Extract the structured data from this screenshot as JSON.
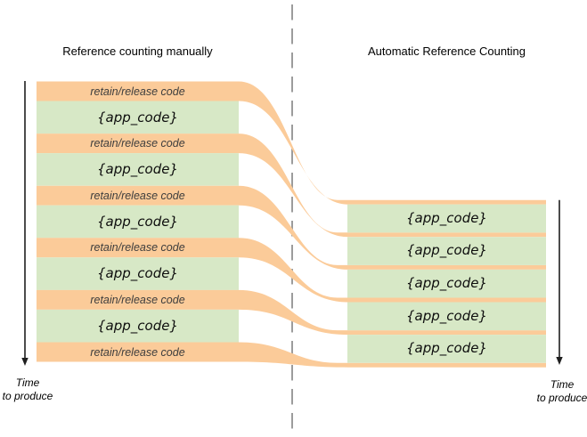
{
  "titles": {
    "left": "Reference counting manually",
    "right": "Automatic Reference Counting"
  },
  "left_column": {
    "rows": [
      {
        "type": "retain",
        "label": "retain/release code"
      },
      {
        "type": "app",
        "label": "{app_code}"
      },
      {
        "type": "retain",
        "label": "retain/release code"
      },
      {
        "type": "app",
        "label": "{app_code}"
      },
      {
        "type": "retain",
        "label": "retain/release code"
      },
      {
        "type": "app",
        "label": "{app_code}"
      },
      {
        "type": "retain",
        "label": "retain/release code"
      },
      {
        "type": "app",
        "label": "{app_code}"
      },
      {
        "type": "retain",
        "label": "retain/release code"
      },
      {
        "type": "app",
        "label": "{app_code}"
      },
      {
        "type": "retain",
        "label": "retain/release code"
      }
    ]
  },
  "right_column": {
    "rows": [
      {
        "type": "app",
        "label": "{app_code}"
      },
      {
        "type": "app",
        "label": "{app_code}"
      },
      {
        "type": "app",
        "label": "{app_code}"
      },
      {
        "type": "app",
        "label": "{app_code}"
      },
      {
        "type": "app",
        "label": "{app_code}"
      }
    ]
  },
  "time_axis_left": {
    "line1": "Time",
    "line2": "to produce"
  },
  "time_axis_right": {
    "line1": "Time",
    "line2": "to produce"
  },
  "icons": {
    "left_arrow": "down-arrow",
    "right_arrow": "down-arrow"
  },
  "colors": {
    "band_orange": "#FBCB99",
    "band_green": "#D7E8C6",
    "dash_gray": "#929292",
    "arrow_black": "#1F1F1F",
    "retain_text": "#3D3D3D",
    "app_text": "#0D0D0D"
  }
}
